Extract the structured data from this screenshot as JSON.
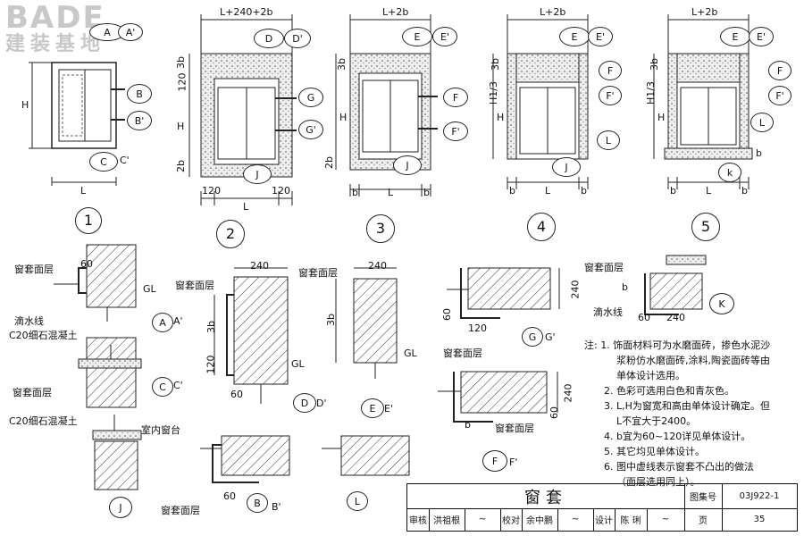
{
  "brand": {
    "logo": "BADE",
    "subtitle": "建装基地"
  },
  "top_elevations": [
    {
      "number": "1",
      "dims": {
        "width": "L",
        "height": "H"
      },
      "callouts": [
        "A",
        "A'",
        "B",
        "B'",
        "C",
        "C'"
      ]
    },
    {
      "number": "2",
      "dims": {
        "top": "L+240+2b",
        "bottom": "L",
        "left_margin": "120",
        "right_margin": "120",
        "head": "3b",
        "head_gap": "120",
        "height": "H",
        "sill": "2b"
      },
      "callouts": [
        "D",
        "D'",
        "G",
        "G'",
        "J"
      ]
    },
    {
      "number": "3",
      "dims": {
        "top": "L+2b",
        "bottom": "L",
        "side": "b",
        "head": "3b",
        "height": "H",
        "sill": "2b"
      },
      "callouts": [
        "E",
        "E'",
        "F",
        "F'",
        "J"
      ]
    },
    {
      "number": "4",
      "dims": {
        "top": "L+2b",
        "bottom": "L",
        "side": "b",
        "head": "3b",
        "height": "H",
        "third": "H1/3"
      },
      "callouts": [
        "E",
        "E'",
        "F",
        "F'",
        "L",
        "J"
      ]
    },
    {
      "number": "5",
      "dims": {
        "top": "L+2b",
        "bottom": "L",
        "side": "b",
        "head": "3b",
        "height": "H",
        "third": "H1/3",
        "sill": "b"
      },
      "callouts": [
        "E",
        "E'",
        "F",
        "F'",
        "L",
        "k"
      ]
    }
  ],
  "details": {
    "labels": {
      "facing": "窗套面层",
      "drip": "滴水线",
      "concrete": "C20细石混凝土",
      "indoor_sill": "室内窗台",
      "gl": "GL",
      "dim_240": "240",
      "dim_120": "120",
      "dim_60": "60",
      "dim_3b": "3b",
      "dim_b": "b"
    },
    "callouts": [
      "A",
      "A'",
      "C",
      "C'",
      "J",
      "D",
      "D'",
      "E",
      "E'",
      "B",
      "B'",
      "G",
      "G'",
      "F",
      "F'",
      "L",
      "K"
    ]
  },
  "notes": {
    "heading": "注:",
    "items": [
      {
        "no": "1.",
        "text": "饰面材料可为水磨面砖，掺色水泥沙"
      },
      {
        "no": "",
        "text": "浆粉仿水磨面砖,涂料,陶瓷面砖等由"
      },
      {
        "no": "",
        "text": "单体设计选用。"
      },
      {
        "no": "2.",
        "text": "色彩可选用白色和青灰色。"
      },
      {
        "no": "3.",
        "text": "L,H为窗宽和高由单体设计确定。但"
      },
      {
        "no": "",
        "text": "L不宜大于2400。"
      },
      {
        "no": "4.",
        "text": "b宜为60~120详见单体设计。"
      },
      {
        "no": "5.",
        "text": "其它均见单体设计。"
      },
      {
        "no": "6.",
        "text": "图中虚线表示窗套不凸出的做法"
      },
      {
        "no": "",
        "text": "（面层选用同上）。"
      }
    ]
  },
  "title_block": {
    "title": "窗套",
    "atlas_label": "图集号",
    "atlas_no": "03J922-1",
    "review_label": "审核",
    "reviewer": "洪祖根",
    "check_label": "校对",
    "checker": "余中鹏",
    "design_label": "设计",
    "designer": "陈 琍",
    "page_label": "页",
    "page_no": "35"
  }
}
